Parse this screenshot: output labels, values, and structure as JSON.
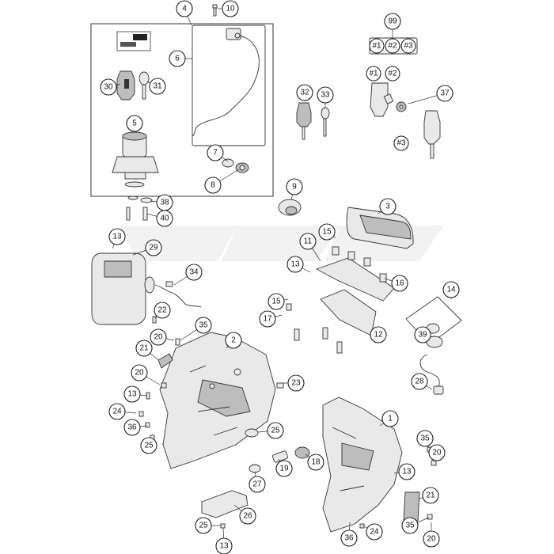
{
  "callouts": [
    {
      "id": "c4",
      "text": "4"
    },
    {
      "id": "c10",
      "text": "10"
    },
    {
      "id": "c6",
      "text": "6"
    },
    {
      "id": "c30",
      "text": "30"
    },
    {
      "id": "c31",
      "text": "31"
    },
    {
      "id": "c5",
      "text": "5"
    },
    {
      "id": "c7",
      "text": "7"
    },
    {
      "id": "c8",
      "text": "8"
    },
    {
      "id": "c9",
      "text": "9"
    },
    {
      "id": "c38",
      "text": "38"
    },
    {
      "id": "c40",
      "text": "40"
    },
    {
      "id": "c99",
      "text": "99"
    },
    {
      "id": "c32",
      "text": "32"
    },
    {
      "id": "c33",
      "text": "33"
    },
    {
      "id": "c37",
      "text": "37"
    },
    {
      "id": "c3",
      "text": "3"
    },
    {
      "id": "c15a",
      "text": "15"
    },
    {
      "id": "c11",
      "text": "11"
    },
    {
      "id": "c13a",
      "text": "13"
    },
    {
      "id": "c16",
      "text": "16"
    },
    {
      "id": "c15b",
      "text": "15"
    },
    {
      "id": "c17",
      "text": "17"
    },
    {
      "id": "c12",
      "text": "12"
    },
    {
      "id": "c14",
      "text": "14"
    },
    {
      "id": "c39",
      "text": "39"
    },
    {
      "id": "c28",
      "text": "28"
    },
    {
      "id": "c29",
      "text": "29"
    },
    {
      "id": "c13b",
      "text": "13"
    },
    {
      "id": "c34",
      "text": "34"
    },
    {
      "id": "c22",
      "text": "22"
    },
    {
      "id": "c35a",
      "text": "35"
    },
    {
      "id": "c20a",
      "text": "20"
    },
    {
      "id": "c2",
      "text": "2"
    },
    {
      "id": "c21a",
      "text": "21"
    },
    {
      "id": "c20b",
      "text": "20"
    },
    {
      "id": "c23",
      "text": "23"
    },
    {
      "id": "c13c",
      "text": "13"
    },
    {
      "id": "c24a",
      "text": "24"
    },
    {
      "id": "c36a",
      "text": "36"
    },
    {
      "id": "c25a",
      "text": "25"
    },
    {
      "id": "c25b",
      "text": "25"
    },
    {
      "id": "c19",
      "text": "19"
    },
    {
      "id": "c18",
      "text": "18"
    },
    {
      "id": "c27",
      "text": "27"
    },
    {
      "id": "c1",
      "text": "1"
    },
    {
      "id": "c35b",
      "text": "35"
    },
    {
      "id": "c20c",
      "text": "20"
    },
    {
      "id": "c13d",
      "text": "13"
    },
    {
      "id": "c21b",
      "text": "21"
    },
    {
      "id": "c26",
      "text": "26"
    },
    {
      "id": "c25c",
      "text": "25"
    },
    {
      "id": "c13e",
      "text": "13"
    },
    {
      "id": "c36b",
      "text": "36"
    },
    {
      "id": "c24b",
      "text": "24"
    },
    {
      "id": "c35c",
      "text": "35"
    },
    {
      "id": "c20d",
      "text": "20"
    }
  ],
  "kit_labels": {
    "k1": "#1",
    "k2": "#2",
    "k3": "#3",
    "e1": "#1",
    "e2": "#2",
    "e3": "#3"
  },
  "colors": {
    "outline": "#333333",
    "fill": "#e9e9e9",
    "watermark": "#f2f2f2"
  }
}
